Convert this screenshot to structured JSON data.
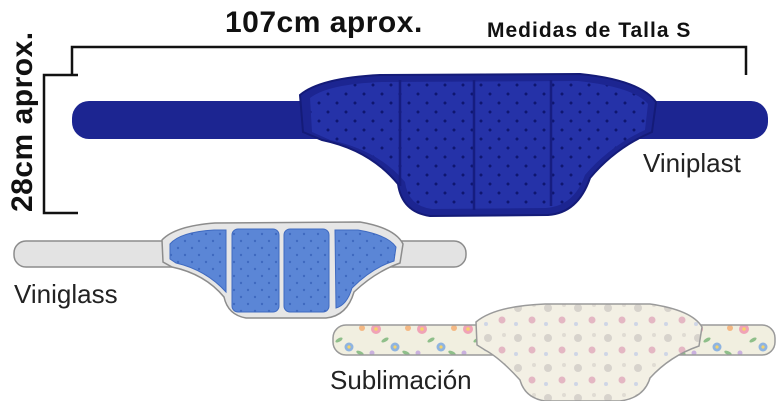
{
  "measurements": {
    "width": "107cm aprox.",
    "height": "28cm aprox.",
    "size_title": "Medidas de Talla S"
  },
  "variants": [
    {
      "name": "Viniplast",
      "color": "#1c2591",
      "panel_color": "#2532a8"
    },
    {
      "name": "Viniglass",
      "color": "#e2e2e2",
      "panel_color": "#5b86d6"
    },
    {
      "name": "Sublimación",
      "color": "#efeedd",
      "panel_color": "#f3efe0"
    }
  ]
}
